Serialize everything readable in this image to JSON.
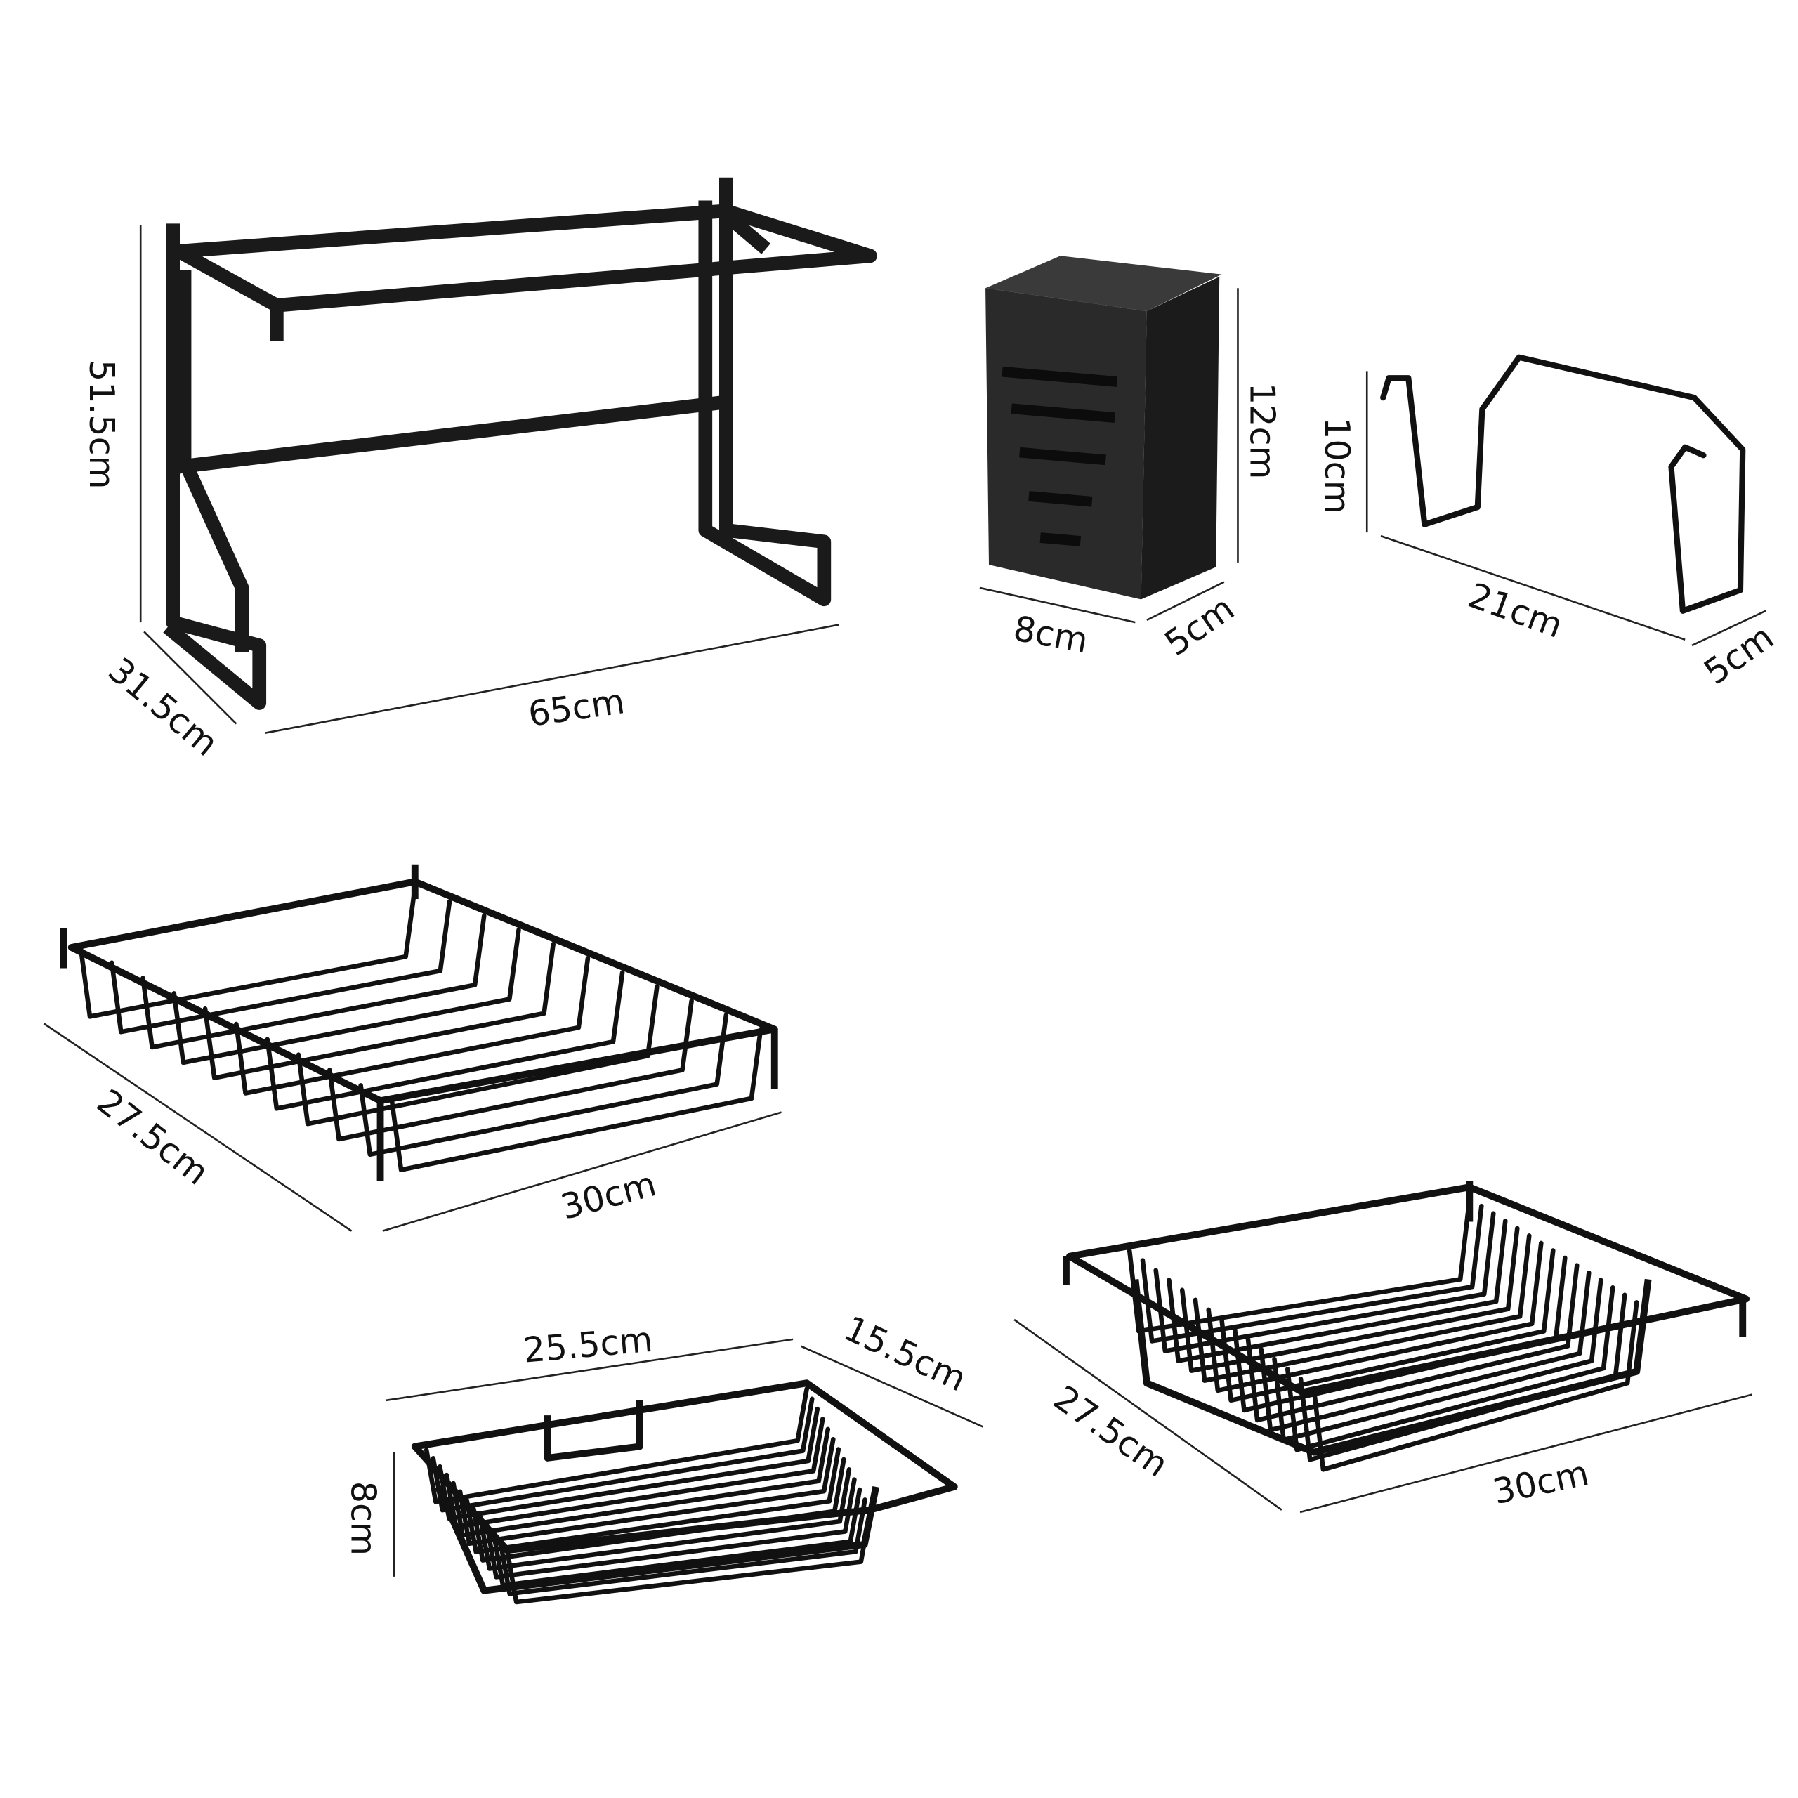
{
  "colors": {
    "background": "#ffffff",
    "product": "#1a1a1a",
    "dimension_line": "#222222"
  },
  "products": [
    {
      "id": "sink-rack",
      "dimensions": {
        "height": "51.5cm",
        "depth": "31.5cm",
        "width": "65cm"
      }
    },
    {
      "id": "utensil-holder",
      "dimensions": {
        "height": "12cm",
        "width": "8cm",
        "depth": "5cm"
      }
    },
    {
      "id": "board-holder",
      "dimensions": {
        "height": "10cm",
        "width": "21cm",
        "depth": "5cm"
      }
    },
    {
      "id": "flat-basket",
      "dimensions": {
        "depth": "27.5cm",
        "width": "30cm"
      }
    },
    {
      "id": "small-basket",
      "dimensions": {
        "width": "25.5cm",
        "depth": "15.5cm",
        "height": "8cm"
      }
    },
    {
      "id": "dish-basket",
      "dimensions": {
        "depth": "27.5cm",
        "width": "30cm"
      }
    }
  ]
}
